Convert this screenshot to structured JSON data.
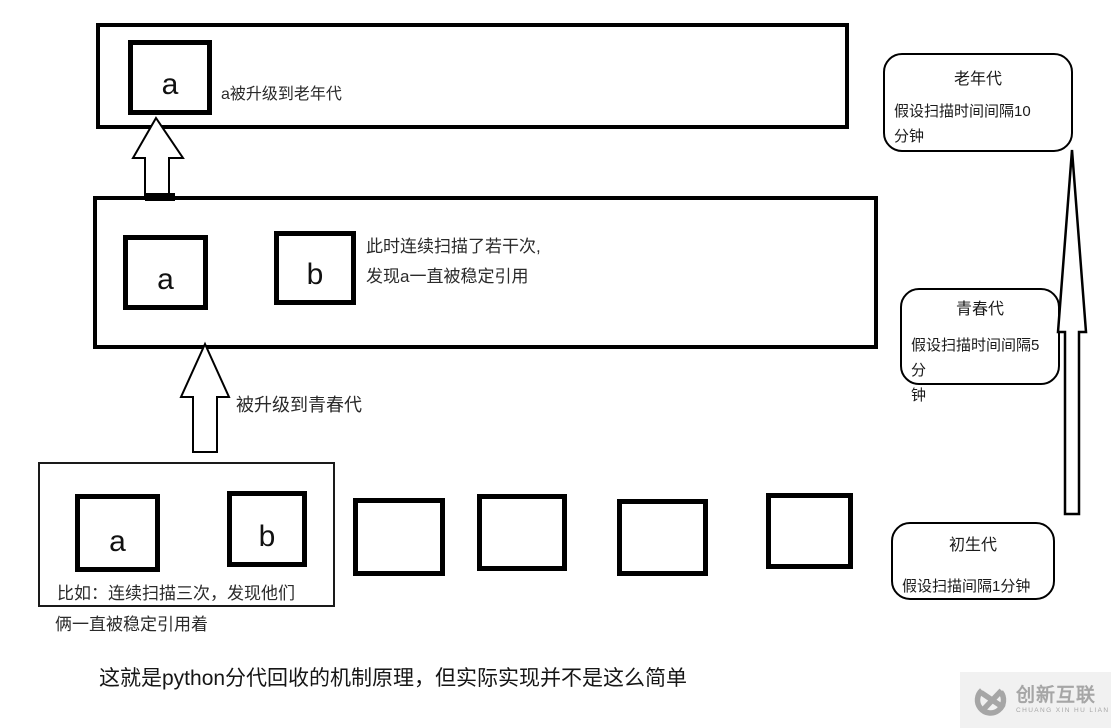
{
  "colors": {
    "line": "#000000",
    "text": "#1f1f1f",
    "watermark_gray": "#a6a6a6",
    "watermark_bg": "#f1f1f1"
  },
  "old_box": {
    "cell_a": "a",
    "annotation": "a被升级到老年代"
  },
  "young_box": {
    "cell_a": "a",
    "cell_b": "b",
    "annotation_lines": [
      "此时连续扫描了若干次,",
      "发现a一直被稳定引用"
    ]
  },
  "promote_young_label": "被升级到青春代",
  "newborn_box": {
    "cell_a": "a",
    "cell_b": "b",
    "caption_inside": "比如：连续扫描三次，发现他们",
    "caption_below": "俩一直被稳定引用着"
  },
  "legend": {
    "old": {
      "title": "老年代",
      "desc_lines": [
        "假设扫描时间间隔10",
        "分钟"
      ]
    },
    "young": {
      "title": "青春代",
      "desc_lines": [
        "假设扫描时间间隔5分",
        "钟"
      ]
    },
    "newborn": {
      "title": "初生代",
      "desc_lines": [
        "假设扫描间隔1分钟",
        ""
      ]
    }
  },
  "footer": "这就是python分代回收的机制原理，但实际实现并不是这么简单",
  "watermark": {
    "name": "创新互联",
    "subtitle": "CHUANG XIN HU LIAN"
  }
}
